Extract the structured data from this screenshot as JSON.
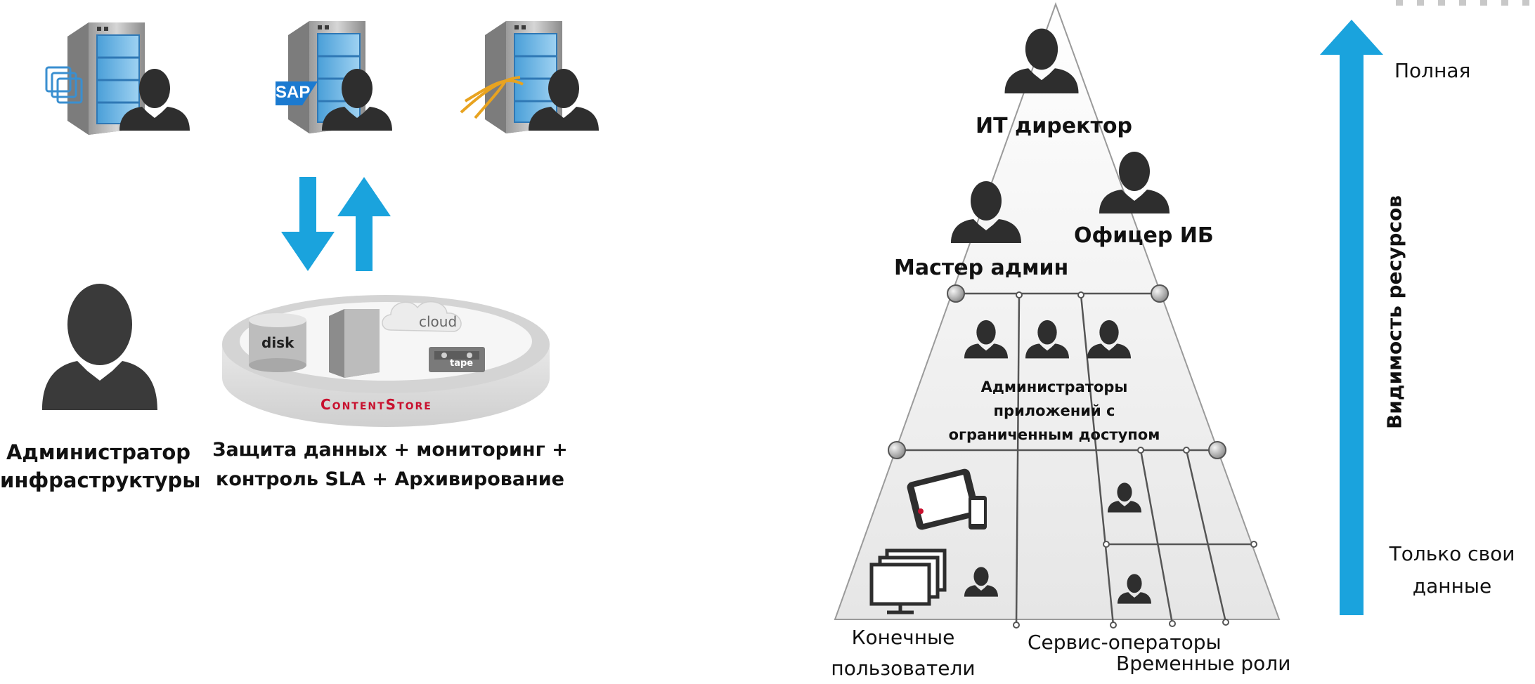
{
  "left": {
    "servers": [
      {
        "badge": "vmware-logo-icon"
      },
      {
        "badge": "sap-logo",
        "badge_text": "SAP"
      },
      {
        "badge": "sql-server-logo-icon"
      }
    ],
    "sync_arrows": {
      "down": "down-arrow-icon",
      "up": "up-arrow-icon"
    },
    "storage": {
      "brand": "ContentStore",
      "items": [
        "disk",
        "cloud",
        "tape"
      ]
    },
    "admin_caption": [
      "Администратор",
      "инфраструктуры"
    ],
    "services_caption": [
      "Защита данных + мониторинг +",
      "контроль SLA + Архивирование"
    ]
  },
  "pyramid": {
    "roles": {
      "it_director": "ИТ директор",
      "security_officer": "Офицер ИБ",
      "master_admin": "Мастер админ",
      "app_admins": [
        "Администраторы",
        "приложений с",
        "ограниченным доступом"
      ]
    },
    "bottom_labels": {
      "end_users": [
        "Конечные",
        "пользователи"
      ],
      "service_operators": "Сервис-операторы",
      "temporary_roles": "Временные роли"
    }
  },
  "scale": {
    "axis_label": "Видимость ресурсов",
    "top_label": "Полная",
    "bottom_label": [
      "Только свои",
      "данные"
    ]
  },
  "colors": {
    "arrow_blue": "#1aa3dd",
    "silhouette": "#2e2e2e",
    "brand_red": "#c8102e"
  }
}
